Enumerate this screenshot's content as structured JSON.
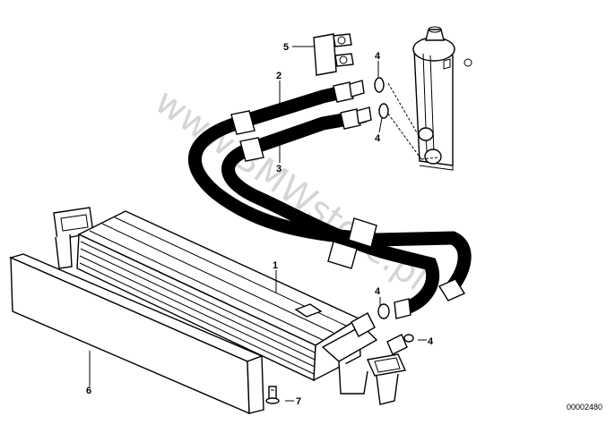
{
  "diagram": {
    "watermark": "www.BMWstore.pl",
    "reference_code": "00002480",
    "parts": [
      {
        "id": "part-1",
        "label": "1",
        "name": "oil-cooler"
      },
      {
        "id": "part-2",
        "label": "2",
        "name": "upper-oil-hose"
      },
      {
        "id": "part-3",
        "label": "3",
        "name": "lower-oil-hose"
      },
      {
        "id": "part-4a",
        "label": "4",
        "name": "seal-ring-upper"
      },
      {
        "id": "part-4b",
        "label": "4",
        "name": "seal-ring-lower"
      },
      {
        "id": "part-4c",
        "label": "4",
        "name": "seal-ring-cooler-outlet"
      },
      {
        "id": "part-4d",
        "label": "4",
        "name": "seal-ring-cooler-inlet"
      },
      {
        "id": "part-5",
        "label": "5",
        "name": "hose-clamp"
      },
      {
        "id": "part-6",
        "label": "6",
        "name": "cover"
      },
      {
        "id": "part-7",
        "label": "7",
        "name": "expanding-rivet"
      }
    ]
  }
}
